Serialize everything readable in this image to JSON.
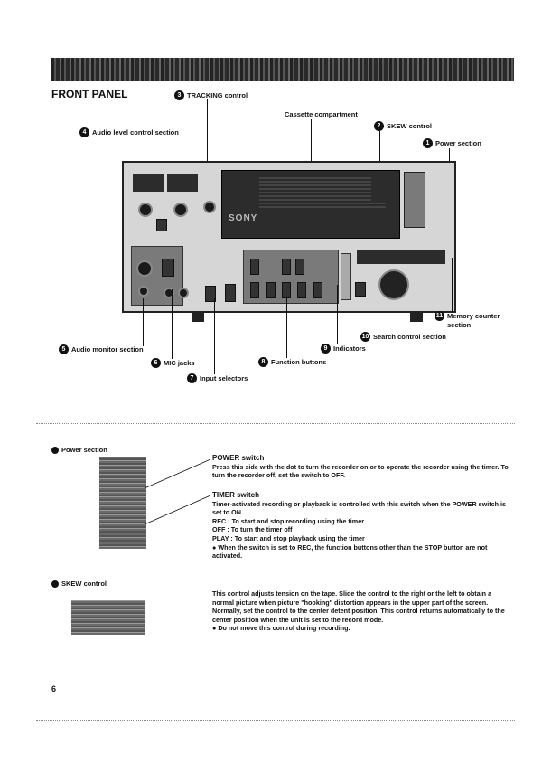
{
  "header": {
    "front_panel": "FRONT PANEL"
  },
  "callouts": {
    "c3": {
      "num": "3",
      "label": "TRACKING control"
    },
    "cassette": {
      "label": "Cassette compartment"
    },
    "c2": {
      "num": "2",
      "label": "SKEW control"
    },
    "c4": {
      "num": "4",
      "label": "Audio level control section"
    },
    "c1": {
      "num": "1",
      "label": "Power section"
    },
    "c11": {
      "num": "11",
      "label1": "Memory counter",
      "label2": "section"
    },
    "c10": {
      "num": "10",
      "label": "Search control section"
    },
    "c9": {
      "num": "9",
      "label": "Indicators"
    },
    "c5": {
      "num": "5",
      "label": "Audio monitor section"
    },
    "c6": {
      "num": "6",
      "label": "MIC jacks"
    },
    "c8": {
      "num": "8",
      "label": "Function buttons"
    },
    "c7": {
      "num": "7",
      "label": "Input selectors"
    }
  },
  "vcr": {
    "brand": "SONY"
  },
  "power_section": {
    "heading": "Power section",
    "power_switch_title": "POWER switch",
    "power_switch_text": "Press this side with the dot to turn the recorder on or to operate the recorder using the timer. To turn the recorder off, set the switch to OFF.",
    "timer_title": "TIMER switch",
    "timer_text": "Timer-activated recording or playback is controlled with this switch when the POWER switch is set to ON.",
    "rec": "REC : To start and stop recording using the timer",
    "off": "OFF : To turn the timer off",
    "play": "PLAY : To start and stop playback using the timer",
    "note": "When the switch is set to REC, the function buttons other than the STOP button are not activated."
  },
  "skew_section": {
    "heading": "SKEW control",
    "text": "This control adjusts tension on the tape. Slide the control to the right or the left to obtain a normal picture when picture \"hooking\" distortion appears in the upper part of the screen. Normally, set the control to the center detent position. This control returns automatically to the center position when the unit is set to the record mode.",
    "note": "Do not move this control during recording."
  },
  "footer": {
    "page_number": "6"
  }
}
